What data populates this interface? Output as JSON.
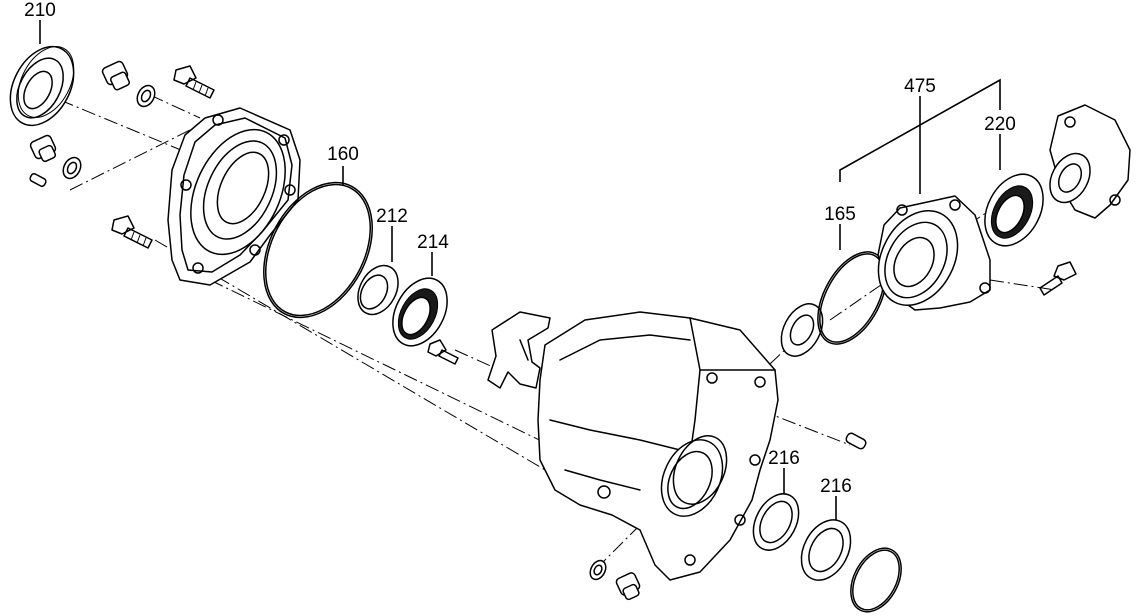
{
  "diagram": {
    "labels": [
      {
        "id": "210",
        "text": "210"
      },
      {
        "id": "160",
        "text": "160"
      },
      {
        "id": "212",
        "text": "212"
      },
      {
        "id": "214",
        "text": "214"
      },
      {
        "id": "475",
        "text": "475"
      },
      {
        "id": "220",
        "text": "220"
      },
      {
        "id": "165",
        "text": "165"
      },
      {
        "id": "216a",
        "text": "216"
      },
      {
        "id": "216b",
        "text": "216"
      }
    ]
  }
}
